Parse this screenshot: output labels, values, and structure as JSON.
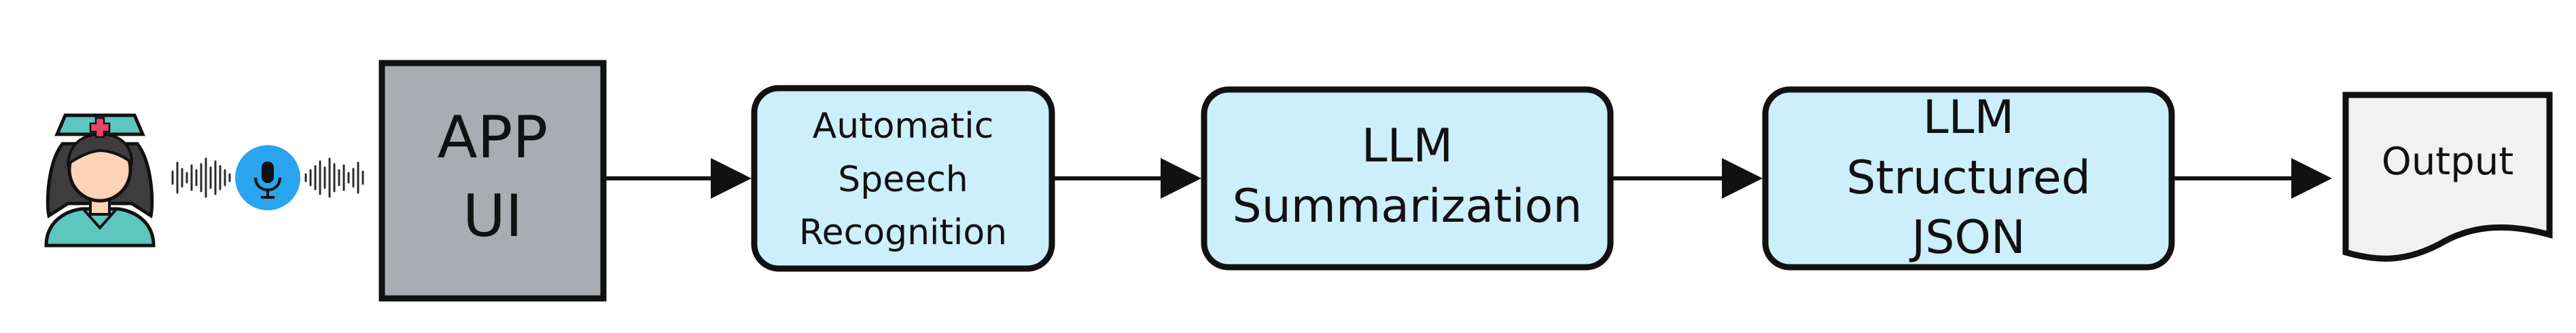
{
  "diagram": {
    "colors": {
      "stroke": "#111111",
      "app_fill": "#a9adb1",
      "process_fill": "#cdeefb",
      "output_fill": "#f1f1f1",
      "mic_blue": "#2aa4ef",
      "scrubs": "#5cc6bf",
      "hair": "#3f3c3f",
      "skin": "#fbd3b6",
      "cross": "#e8456b"
    },
    "icons": {
      "nurse": "nurse-icon",
      "microphone": "microphone-icon",
      "sound_waves": "sound-wave-icon"
    },
    "nodes": {
      "app": {
        "lines": [
          "APP",
          "UI"
        ]
      },
      "asr": {
        "lines": [
          "Automatic",
          "Speech",
          "Recognition"
        ]
      },
      "summarization": {
        "lines": [
          "LLM",
          "Summarization"
        ]
      },
      "json": {
        "lines": [
          "LLM",
          "Structured",
          "JSON"
        ]
      },
      "output": {
        "lines": [
          "Output"
        ]
      }
    },
    "edges": [
      {
        "from": "app",
        "to": "asr"
      },
      {
        "from": "asr",
        "to": "summarization"
      },
      {
        "from": "summarization",
        "to": "json"
      },
      {
        "from": "json",
        "to": "output"
      }
    ]
  }
}
